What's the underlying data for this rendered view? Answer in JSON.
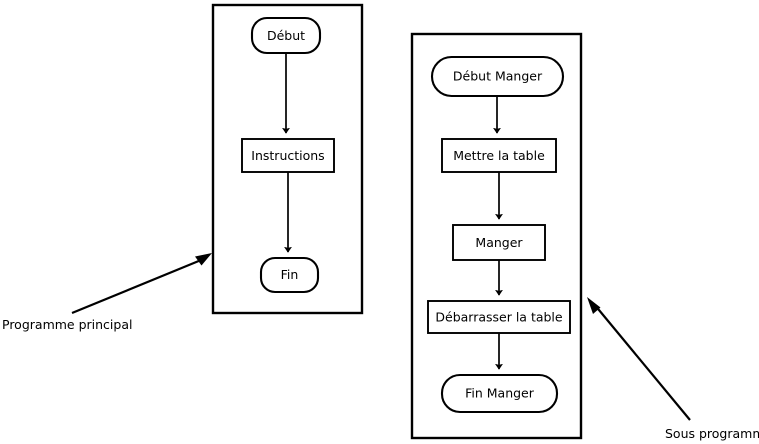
{
  "diagram": {
    "title_visible": false,
    "background_color": "#ffffff",
    "line_color": "#000000",
    "panels": [
      {
        "id": "main-program",
        "annotation": "Programme principal",
        "nodes": [
          {
            "id": "debut",
            "label": "Début",
            "shape": "terminator"
          },
          {
            "id": "instructions",
            "label": "Instructions",
            "shape": "process"
          },
          {
            "id": "fin",
            "label": "Fin",
            "shape": "terminator"
          }
        ],
        "edges": [
          {
            "from": "debut",
            "to": "instructions"
          },
          {
            "from": "instructions",
            "to": "fin"
          }
        ]
      },
      {
        "id": "sub-program",
        "annotation": "Sous programme",
        "nodes": [
          {
            "id": "debut-manger",
            "label": "Début Manger",
            "shape": "terminator"
          },
          {
            "id": "mettre-la-table",
            "label": "Mettre la table",
            "shape": "process"
          },
          {
            "id": "manger",
            "label": "Manger",
            "shape": "process"
          },
          {
            "id": "debarrasser-la-table",
            "label": "Débarrasser la table",
            "shape": "process"
          },
          {
            "id": "fin-manger",
            "label": "Fin Manger",
            "shape": "terminator"
          }
        ],
        "edges": [
          {
            "from": "debut-manger",
            "to": "mettre-la-table"
          },
          {
            "from": "mettre-la-table",
            "to": "manger"
          },
          {
            "from": "manger",
            "to": "debarrasser-la-table"
          },
          {
            "from": "debarrasser-la-table",
            "to": "fin-manger"
          }
        ]
      }
    ],
    "annotations": [
      {
        "id": "left-annotation",
        "text": "Programme principal"
      },
      {
        "id": "right-annotation",
        "text": "Sous programme"
      }
    ]
  }
}
